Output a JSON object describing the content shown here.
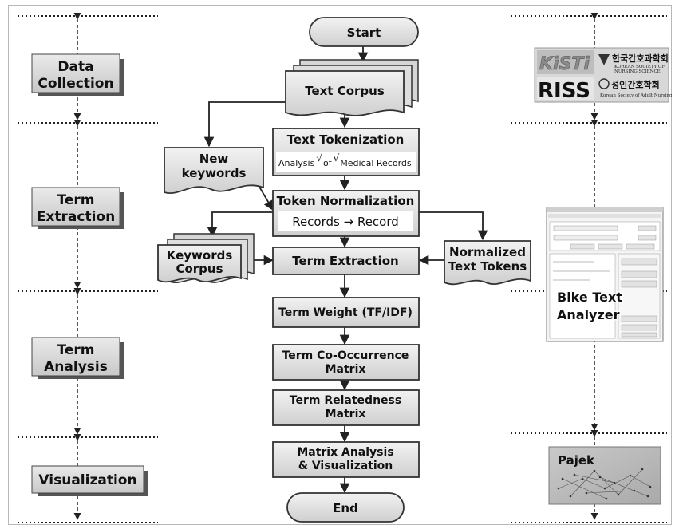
{
  "phases": [
    {
      "label_lines": [
        "Data",
        "Collection"
      ]
    },
    {
      "label_lines": [
        "Term",
        "Extraction"
      ]
    },
    {
      "label_lines": [
        "Term",
        "Analysis"
      ]
    },
    {
      "label_lines": [
        "Visualization"
      ]
    }
  ],
  "flow": {
    "start": "Start",
    "text_corpus": "Text Corpus",
    "tokenization_title": "Text  Tokenization",
    "tokenization_example": [
      "Analysis",
      "√",
      "of",
      "√",
      "Medical Records"
    ],
    "new_keywords_lines": [
      "New",
      "keywords"
    ],
    "normalization_title": "Token Normalization",
    "normalization_example": "Records → Record",
    "keywords_corpus_lines": [
      "Keywords",
      "Corpus"
    ],
    "term_extraction": "Term Extraction",
    "normalized_tokens_lines": [
      "Normalized",
      "Text Tokens"
    ],
    "term_weight": "Term Weight (TF/IDF)",
    "cooccurrence_lines": [
      "Term Co-Occurrence",
      "Matrix"
    ],
    "relatedness_lines": [
      "Term Relatedness",
      "Matrix"
    ],
    "matrix_analysis_lines": [
      "Matrix Analysis",
      "& Visualization"
    ],
    "end": "End"
  },
  "tools": {
    "sources": {
      "kisti": "KiSTi",
      "riss": "RISS",
      "kns_name": "한국간호과학회",
      "kns_english": [
        "KOREAN SOCIETY OF",
        "NURSING SCIENCE"
      ],
      "ksan_name": "성인간호학회",
      "ksan_english": "Korean Society of Adult Nursing"
    },
    "bike_text_analyzer_lines": [
      "Bike Text",
      "Analyzer"
    ],
    "pajek": "Pajek"
  }
}
